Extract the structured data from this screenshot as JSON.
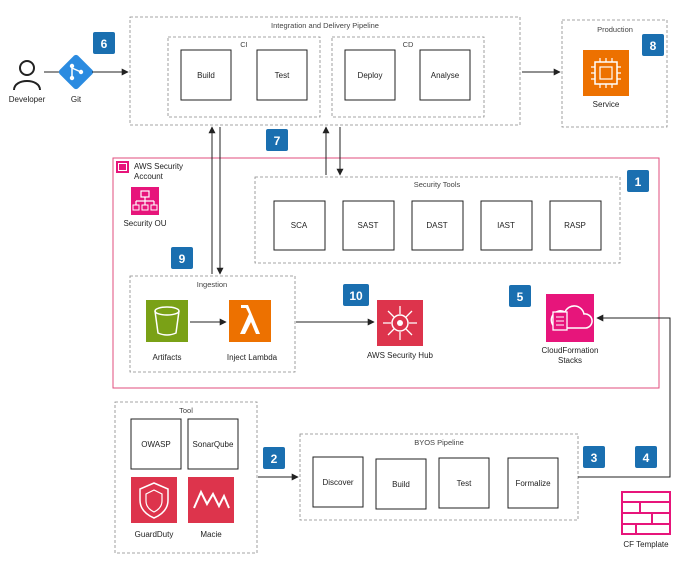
{
  "colors": {
    "badge": "#1a6fb0",
    "aws_pink": "#e7157b",
    "compute_orange": "#ed7100",
    "storage_green": "#7aa116",
    "security_red": "#dd344c",
    "account_border": "#e04e7e"
  },
  "actors": {
    "developer": "Developer",
    "git": "Git"
  },
  "pipeline": {
    "title": "Integration and Delivery Pipeline",
    "ci": {
      "title": "CI",
      "steps": [
        "Build",
        "Test"
      ]
    },
    "cd": {
      "title": "CD",
      "steps": [
        "Deploy",
        "Analyse"
      ]
    }
  },
  "production": {
    "title": "Production",
    "service": "Service"
  },
  "aws_account": {
    "title_line1": "AWS Security",
    "title_line2": "Account",
    "security_ou": "Security OU"
  },
  "security_tools": {
    "title": "Security Tools",
    "items": [
      "SCA",
      "SAST",
      "DAST",
      "IAST",
      "RASP"
    ]
  },
  "ingestion": {
    "title": "Ingestion",
    "artifacts": "Artifacts",
    "lambda": "Inject Lambda"
  },
  "security_hub": "AWS Security Hub",
  "cloudformation": {
    "line1": "CloudFormation",
    "line2": "Stacks"
  },
  "tool_group": {
    "title": "Tool",
    "items": [
      "OWASP",
      "SonarQube",
      "GuardDuty",
      "Macie"
    ]
  },
  "byos": {
    "title": "BYOS Pipeline",
    "steps": [
      "Discover",
      "Build",
      "Test",
      "Formalize"
    ]
  },
  "cf_template": "CF Template",
  "badges": [
    "1",
    "2",
    "3",
    "4",
    "5",
    "6",
    "7",
    "8",
    "9",
    "10"
  ]
}
